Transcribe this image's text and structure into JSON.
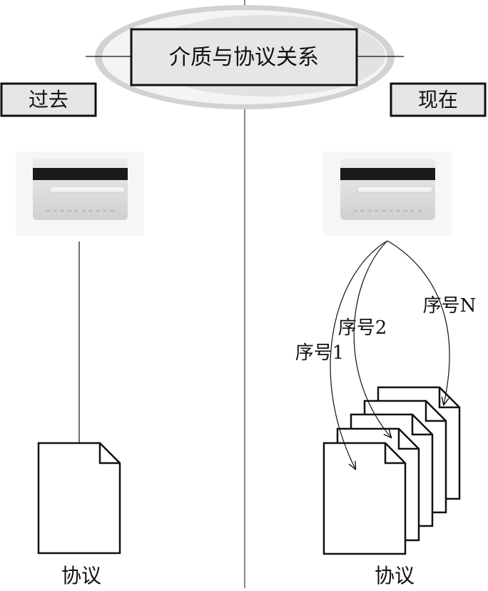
{
  "title": "介质与协议关系",
  "left": {
    "label": "过去",
    "card_icon": "magnetic-stripe-card-icon",
    "document_icon": "document-icon",
    "caption": "协议"
  },
  "right": {
    "label": "现在",
    "card_icon": "magnetic-stripe-card-icon",
    "document_icon": "document-stack-icon",
    "caption": "协议",
    "arrow_labels": [
      "序号1",
      "序号2",
      "序号N"
    ]
  },
  "colors": {
    "line": "#111111",
    "box_fill": "#e6e6e6",
    "ellipse_outer": "#d2d2d2",
    "ellipse_inner": "#f4f4f4",
    "card_stripe": "#1a1a1a",
    "card_body": "#d9d9d9"
  }
}
